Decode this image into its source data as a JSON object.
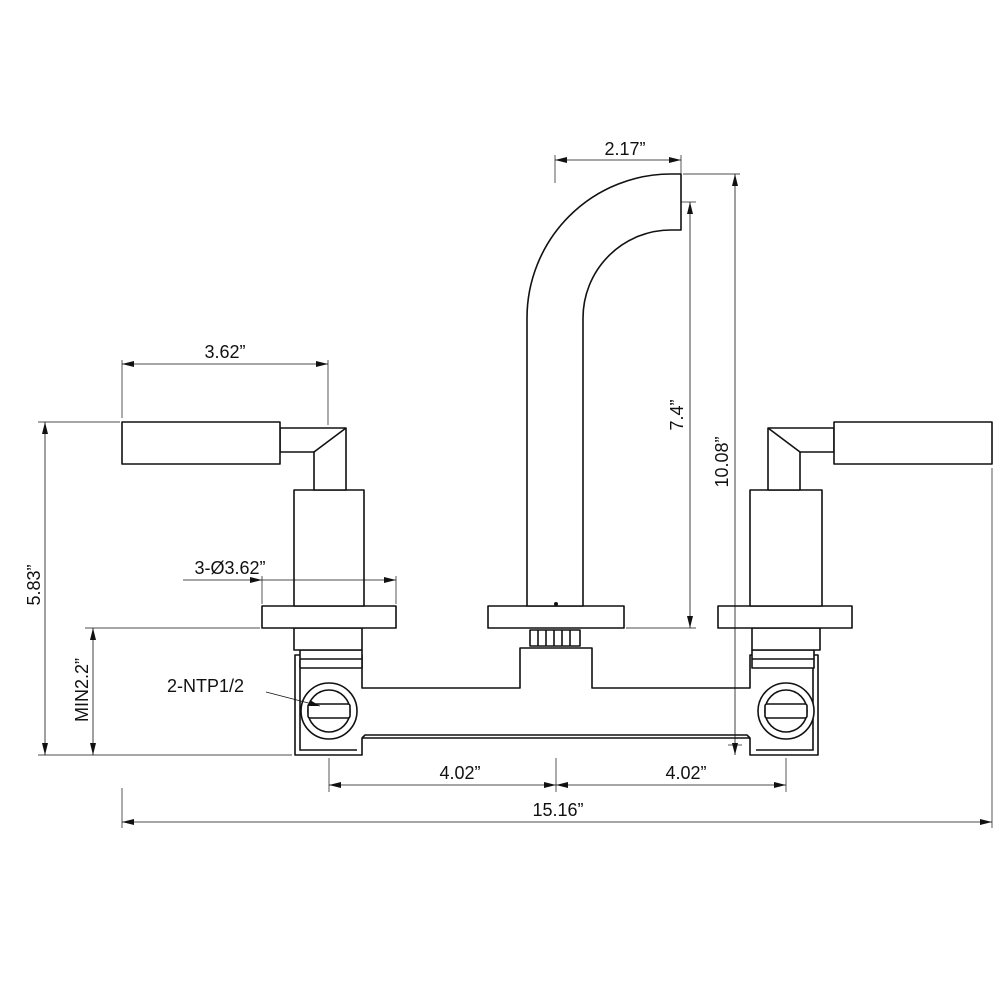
{
  "dimensions": {
    "spout_reach": "2.17”",
    "spout_height": "7.4”",
    "total_height": "10.08”",
    "handle_length": "3.62”",
    "handle_height": "5.83”",
    "flange_diameter": "3-Ø3.62”",
    "min_depth": "MIN2.2”",
    "inlet_label": "2-NTP1/2",
    "left_spacing": "4.02”",
    "right_spacing": "4.02”",
    "overall_width": "15.16”"
  }
}
